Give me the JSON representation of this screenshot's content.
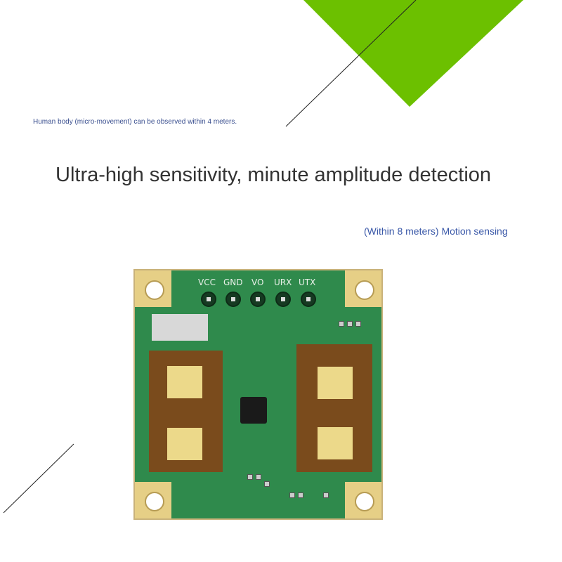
{
  "caption_top": "Human body (micro-movement) can be observed within 4 meters.",
  "headline": "Ultra-high sensitivity, minute amplitude detection",
  "caption_right": "(Within 8 meters) Motion sensing",
  "pcb": {
    "pins": [
      "VCC",
      "GND",
      "VO",
      "URX",
      "UTX"
    ]
  },
  "colors": {
    "accent_green": "#6cc000",
    "pcb_green": "#2f8a4c"
  }
}
